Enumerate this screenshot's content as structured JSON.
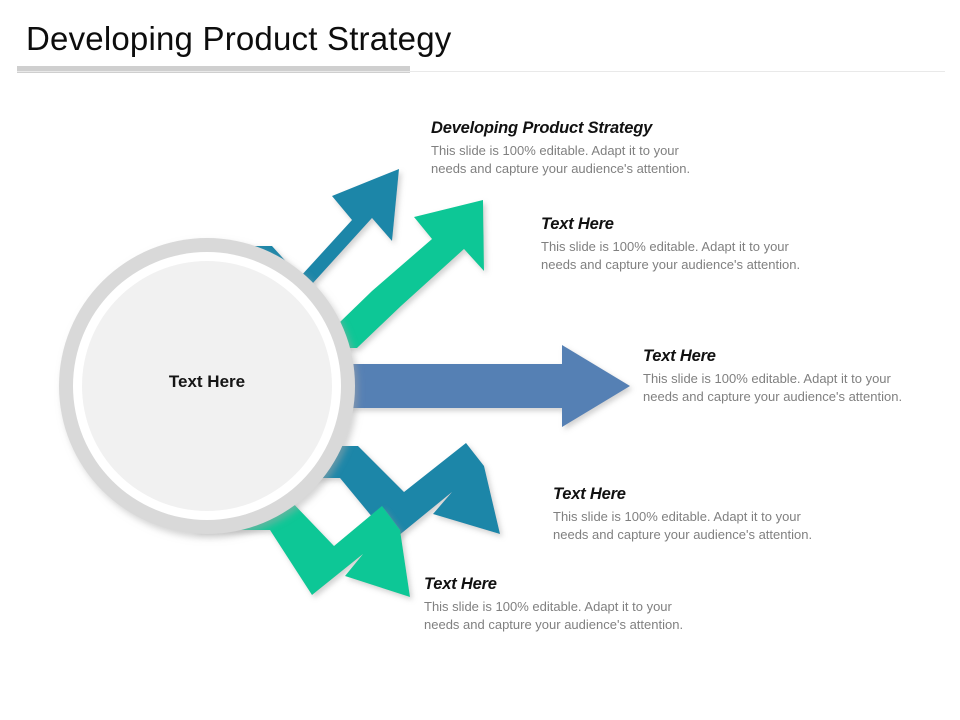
{
  "slide": {
    "title": "Developing  Product Strategy",
    "accent_gray": "#cfcfcf",
    "background": "#ffffff"
  },
  "center": {
    "label": "Text Here",
    "ring_color": "#d9d9d9",
    "fill_color": "#f1f1f1"
  },
  "palette": {
    "teal": "#1B86A8",
    "green": "#0FC796",
    "slate_blue": "#5480B4",
    "gray_ring": "#d9d9d9",
    "body_text": "#808080",
    "heading_text": "#111111"
  },
  "body_paragraph": "This slide is 100% editable.  Adapt it to your needs and capture your audience's attention.",
  "blocks": [
    {
      "id": "block-1",
      "heading": "Developing Product Strategy",
      "body": "This slide is 100% editable.  Adapt it to your needs and capture your audience's attention.",
      "arrow": "arrow-up-right-teal",
      "color": "#1B86A8"
    },
    {
      "id": "block-2",
      "heading": "Text Here",
      "body": "This slide is 100% editable.  Adapt it to your needs and capture your audience's attention.",
      "arrow": "arrow-up-right-green",
      "color": "#0FC796"
    },
    {
      "id": "block-3",
      "heading": "Text Here",
      "body": "This slide is 100% editable.  Adapt it to your needs and capture your audience's attention.",
      "arrow": "arrow-right-slate-blue",
      "color": "#5480B4"
    },
    {
      "id": "block-4",
      "heading": "Text Here",
      "body": "This slide is 100% editable.  Adapt it to your needs and capture your audience's attention.",
      "arrow": "arrow-down-right-teal",
      "color": "#1B86A8"
    },
    {
      "id": "block-5",
      "heading": "Text Here",
      "body": "This slide is 100% editable.  Adapt it to your needs and capture your audience's attention.",
      "arrow": "arrow-down-right-green",
      "color": "#0FC796"
    }
  ]
}
